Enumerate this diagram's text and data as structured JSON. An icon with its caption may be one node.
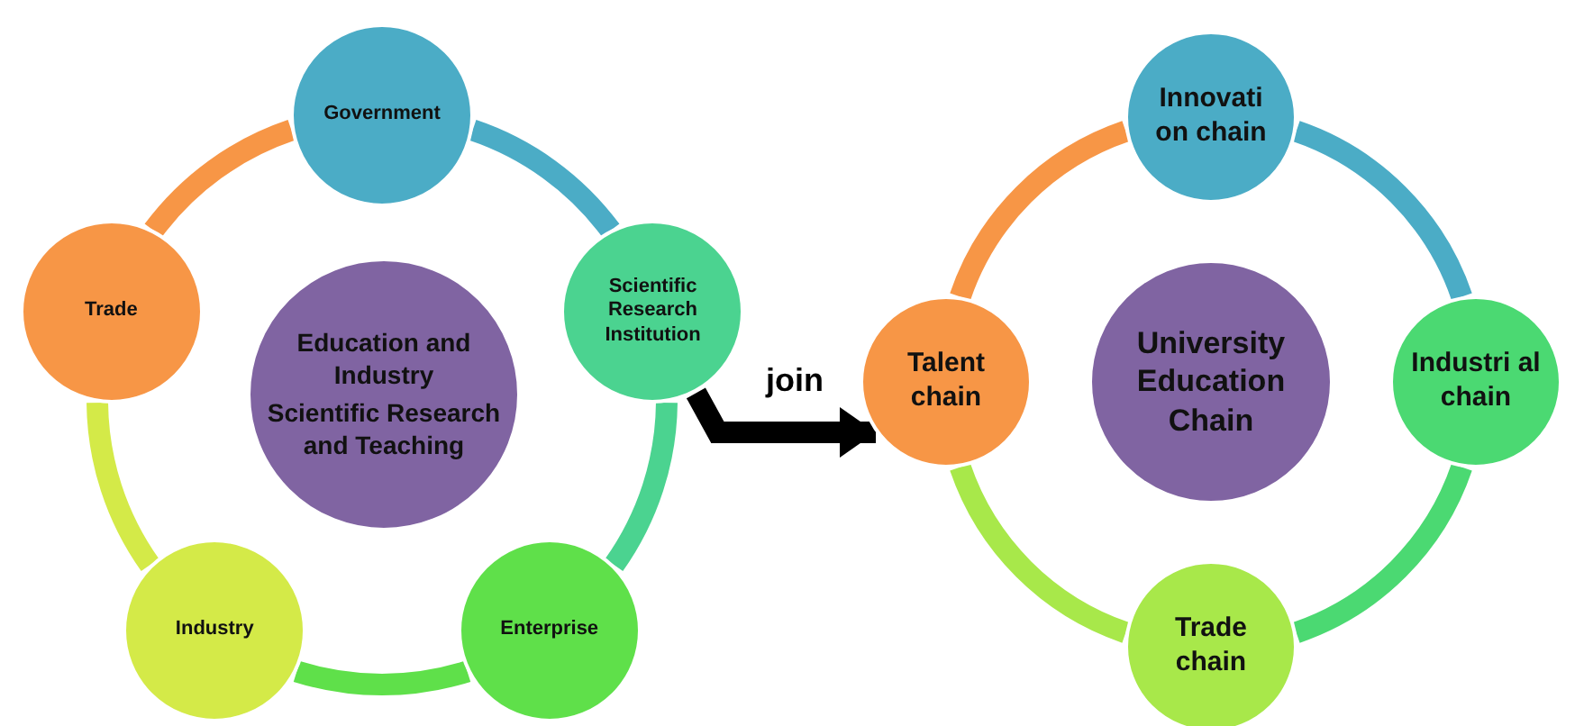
{
  "diagram": {
    "nodes": [
      {
        "text": [
          "Education and Industry",
          "Scientific Research and Teaching"
        ]
      },
      {
        "text": [
          "Government"
        ]
      },
      {
        "text": [
          "Scientific Research Institution"
        ]
      },
      {
        "text": [
          "Enterprise"
        ]
      },
      {
        "text": [
          "Industry"
        ]
      },
      {
        "text": [
          "Trade"
        ]
      },
      {
        "text": [
          "University Education Chain"
        ]
      },
      {
        "text": [
          "Innovati on chain"
        ]
      },
      {
        "text": [
          "Industri al chain"
        ]
      },
      {
        "text": [
          "Trade chain"
        ]
      },
      {
        "text": [
          "Talent chain"
        ]
      }
    ],
    "edges": [
      {
        "from": 1,
        "to": 2,
        "arrow": "none",
        "color": "#4bacc6"
      },
      {
        "from": 2,
        "to": 3,
        "arrow": "none",
        "color": "#4bd390"
      },
      {
        "from": 3,
        "to": 4,
        "arrow": "none",
        "color": "#5fe04a"
      },
      {
        "from": 4,
        "to": 5,
        "arrow": "none",
        "color": "#d4ea48"
      },
      {
        "from": 5,
        "to": 1,
        "arrow": "none",
        "color": "#f79646"
      },
      {
        "from": 7,
        "to": 8,
        "arrow": "none",
        "color": "#4bacc6"
      },
      {
        "from": 8,
        "to": 9,
        "arrow": "none",
        "color": "#4bd972"
      },
      {
        "from": 9,
        "to": 10,
        "arrow": "none",
        "color": "#a8e84a"
      },
      {
        "from": 10,
        "to": 7,
        "arrow": "none",
        "color": "#f79646"
      },
      {
        "from": 2,
        "to": 10,
        "arrow": "to",
        "label": "join",
        "color": "#000000"
      }
    ]
  }
}
